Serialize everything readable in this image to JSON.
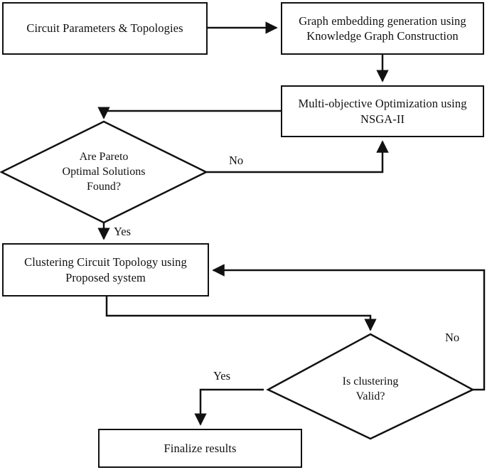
{
  "diagram": {
    "title": "Circuit topology optimization and clustering flowchart",
    "type": "flowchart",
    "colors": {
      "background": "#ffffff",
      "stroke": "#111111",
      "text": "#111111"
    },
    "nodes": [
      {
        "id": "circuit-parameters",
        "shape": "process",
        "text": "Circuit Parameters & Topologies"
      },
      {
        "id": "graph-embedding",
        "shape": "process",
        "text": "Graph embedding generation using\nKnowledge Graph Construction"
      },
      {
        "id": "multi-objective-optimization",
        "shape": "process",
        "text": "Multi-objective Optimization using\nNSGA-II"
      },
      {
        "id": "pareto-decision",
        "shape": "decision",
        "text": "Are Pareto\nOptimal Solutions\nFound?"
      },
      {
        "id": "clustering-circuit-topology",
        "shape": "process",
        "text": "Clustering Circuit Topology using\nProposed system"
      },
      {
        "id": "clustering-valid-decision",
        "shape": "decision",
        "text": "Is clustering\nValid?"
      },
      {
        "id": "finalize-results",
        "shape": "process",
        "text": "Finalize results"
      }
    ],
    "edge_labels": {
      "pareto_no": "No",
      "pareto_yes": "Yes",
      "clustering_no": "No",
      "clustering_yes": "Yes"
    }
  }
}
